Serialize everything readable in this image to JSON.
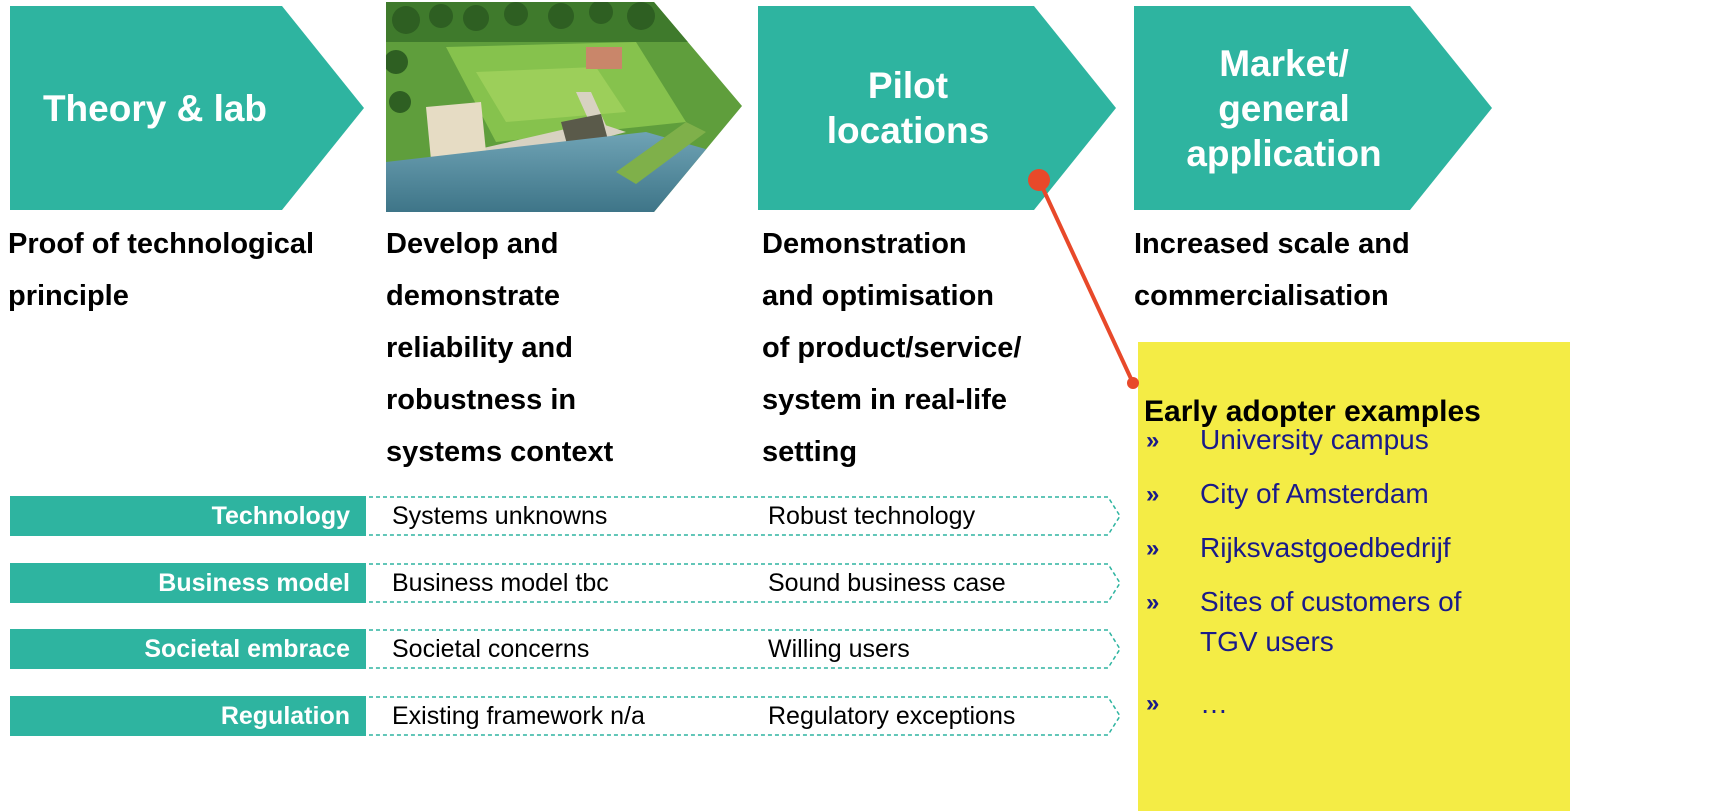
{
  "stages": [
    {
      "label": "Theory & lab"
    },
    {
      "label": ""
    },
    {
      "label": "Pilot\nlocations"
    },
    {
      "label": "Market/\ngeneral\napplication"
    }
  ],
  "descriptions": [
    "Proof of technological\nprinciple",
    "Develop and\ndemonstrate\nreliability and\nrobustness in\nsystems context",
    "Demonstration\nand optimisation\nof product/service/\nsystem in real-life\nsetting",
    "Increased scale and\ncommercialisation"
  ],
  "rows": [
    {
      "label": "Technology",
      "before": "Systems unknowns",
      "after": "Robust technology"
    },
    {
      "label": "Business model",
      "before": "Business model tbc",
      "after": "Sound business case"
    },
    {
      "label": "Societal embrace",
      "before": "Societal concerns",
      "after": "Willing users"
    },
    {
      "label": "Regulation",
      "before": "Existing framework n/a",
      "after": "Regulatory exceptions"
    }
  ],
  "early_adopters": {
    "title": "Early adopter examples",
    "bullet": "»",
    "items": [
      "University campus",
      "City of Amsterdam",
      "Rijksvastgoedbedrijf",
      "Sites of customers of\nTGV users",
      "…"
    ]
  },
  "colors": {
    "teal": "#2eb4a0",
    "highlight": "#f4ec45",
    "connector": "#e8492a",
    "list_text": "#1a1a8a"
  }
}
